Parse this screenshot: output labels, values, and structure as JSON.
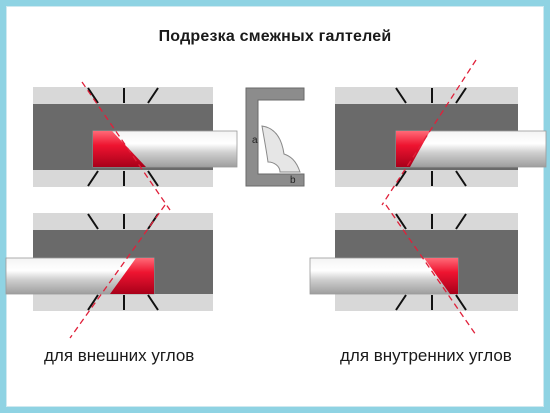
{
  "title": "Подрезка смежных галтелей",
  "captions": {
    "external": "для внешних углов",
    "internal": "для внутренних углов"
  },
  "profile_labels": {
    "a": "a",
    "b": "b"
  },
  "colors": {
    "background_border": "#8fd3e3",
    "miter_box_outer": "#d8d8d8",
    "miter_box_inner": "#6a6a6a",
    "cut_lines": "#111111",
    "cut_guide_dashed": "#e0203a",
    "cut_face": "#e8102c"
  }
}
